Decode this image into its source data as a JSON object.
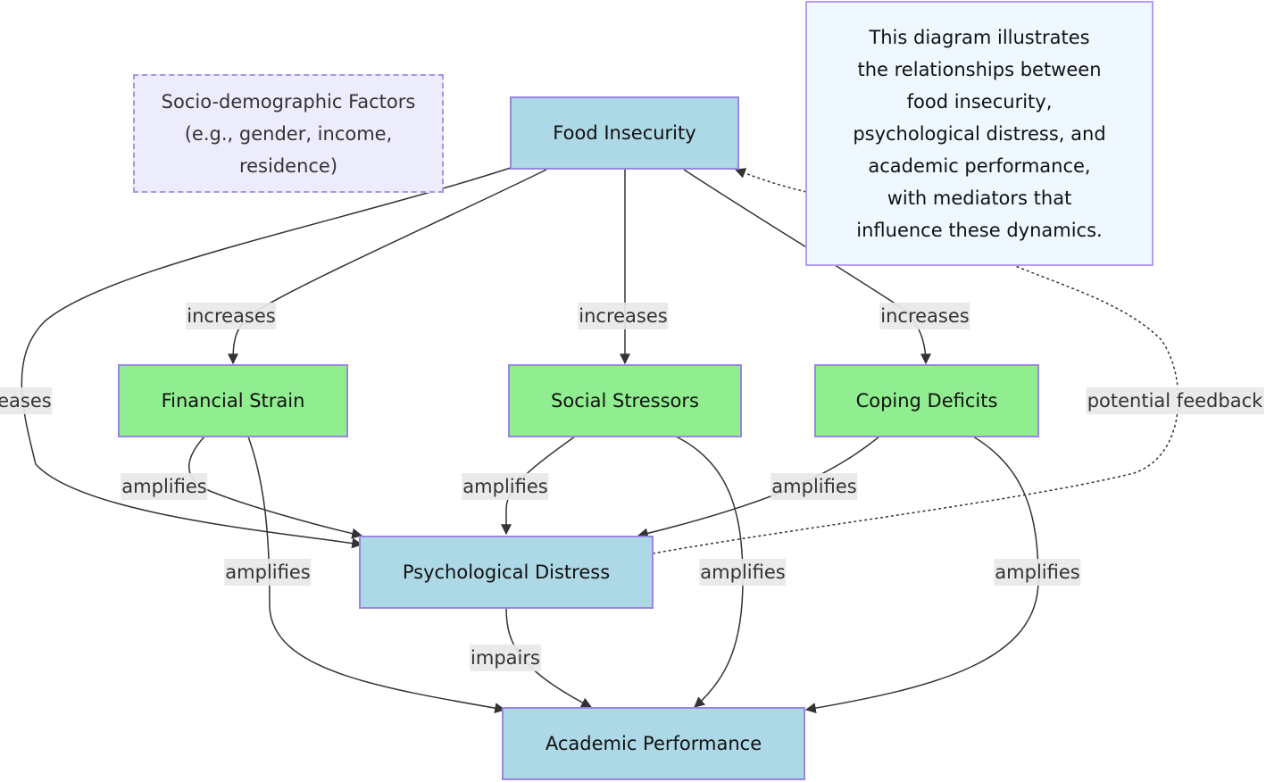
{
  "nodes": {
    "food_insecurity": "Food Insecurity",
    "financial_strain": "Financial Strain",
    "social_stressors": "Social Stressors",
    "coping_deficits": "Coping Deficits",
    "psychological_distress": "Psychological Distress",
    "academic_performance": "Academic Performance"
  },
  "notes": {
    "socio_demographic": [
      "Socio-demographic Factors",
      "(e.g., gender, income,",
      "residence)"
    ],
    "description": [
      "This diagram illustrates",
      "the relationships between",
      "food insecurity,",
      "psychological distress, and",
      "academic performance,",
      "with mediators that",
      "influence these dynamics."
    ]
  },
  "edge_labels": {
    "food_to_financial": "increases",
    "food_to_social": "increases",
    "food_to_coping": "increases",
    "food_to_distress": "increases",
    "financial_to_distress": "amplifies",
    "financial_to_academic": "amplifies",
    "social_to_distress": "amplifies",
    "social_to_academic": "amplifies",
    "coping_to_distress": "amplifies",
    "coping_to_academic": "amplifies",
    "distress_to_academic": "impairs",
    "feedback": "potential feedback"
  },
  "colors": {
    "primary_node": "#add8e6",
    "mediator_node": "#90ee90",
    "note_dashed": "#ececfd",
    "note_info": "#f0f8ff",
    "node_border": "#9a86e0",
    "edge": "#333333"
  }
}
